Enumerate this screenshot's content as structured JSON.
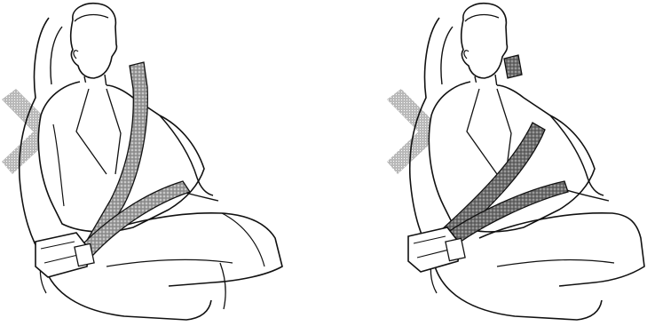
{
  "figure": {
    "panels": [
      {
        "id": "left",
        "belt_style": "wrong",
        "mark": "x-mark",
        "mark_color": "#9a9a9a"
      },
      {
        "id": "right",
        "belt_style": "wrong",
        "mark": "x-mark",
        "mark_color": "#9a9a9a"
      }
    ],
    "colors": {
      "line": "#111111",
      "belt_fill": "#8a8a8a",
      "belt_dark": "#5a5a5a",
      "x_mark": "#a8a8a8",
      "background": "#ffffff"
    }
  }
}
